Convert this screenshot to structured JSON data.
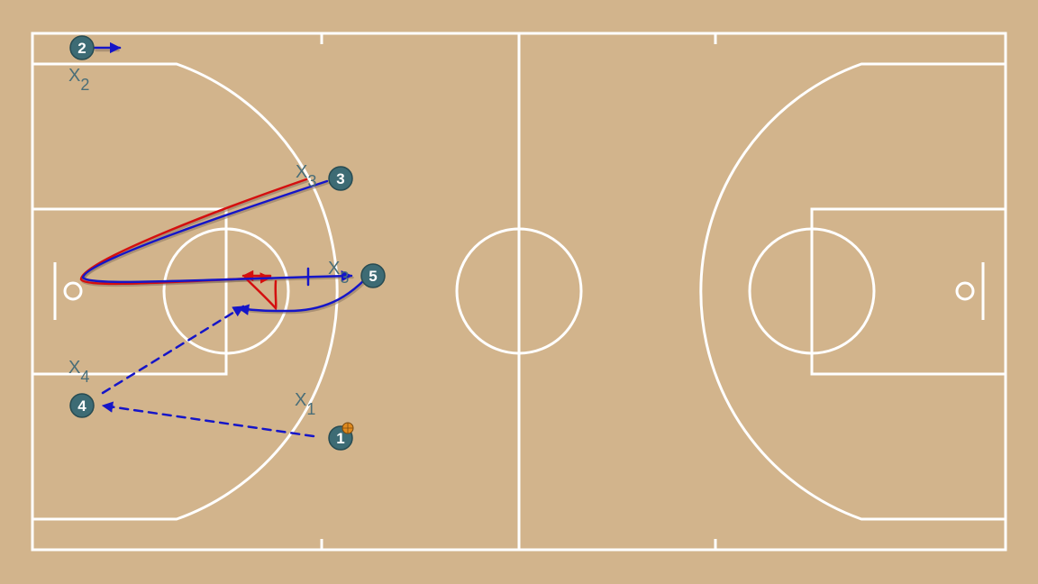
{
  "colors": {
    "court": "#d2b48c",
    "lines": "#ffffff",
    "player_fill": "#3d6b74",
    "player_text": "#ffffff",
    "defender_text": "#4a6e78",
    "offense_path": "#1515c8",
    "defense_path": "#d40f0f",
    "ball": "#e08a1e"
  },
  "players": [
    {
      "id": "p1",
      "label": "1",
      "has_ball": true
    },
    {
      "id": "p2",
      "label": "2"
    },
    {
      "id": "p3",
      "label": "3"
    },
    {
      "id": "p4",
      "label": "4"
    },
    {
      "id": "p5",
      "label": "5"
    }
  ],
  "defenders": [
    {
      "id": "x1",
      "letter": "X",
      "sub": "1"
    },
    {
      "id": "x2",
      "letter": "X",
      "sub": "2"
    },
    {
      "id": "x3",
      "letter": "X",
      "sub": "3"
    },
    {
      "id": "x3b",
      "letter": "X",
      "sub": "3"
    },
    {
      "id": "x4",
      "letter": "X",
      "sub": "4"
    }
  ]
}
